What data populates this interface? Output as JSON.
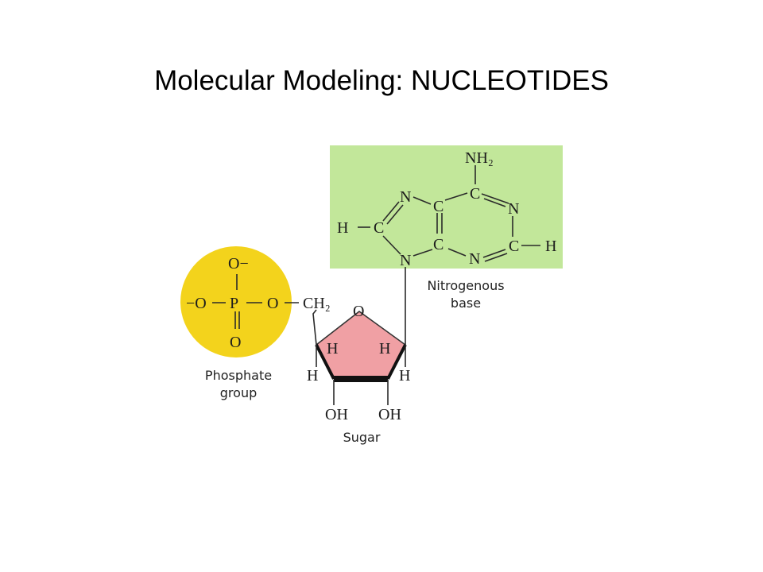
{
  "title": "Molecular Modeling: NUCLEOTIDES",
  "colors": {
    "phosphate": "#f3d31c",
    "base_panel": "#c2e79a",
    "sugar": "#f0a0a4",
    "sugar_edge": "#111111"
  },
  "phosphate": {
    "atoms": {
      "o_top": "O−",
      "o_left": "−O",
      "p": "P",
      "o_right": "O",
      "o_bottom": "O",
      "ch2": "CH₂"
    },
    "label_line1": "Phosphate",
    "label_line2": "group"
  },
  "sugar": {
    "atoms": {
      "o_ring": "O",
      "h_in_left": "H",
      "h_in_right": "H",
      "h_out_left": "H",
      "h_out_right": "H",
      "oh_left": "OH",
      "oh_right": "OH"
    },
    "label": "Sugar"
  },
  "base": {
    "atoms": {
      "nh2": "NH₂",
      "c_top": "C",
      "n_top_left": "N",
      "n_right": "N",
      "c_mid_top": "C",
      "c_mid_bottom": "C",
      "c_left": "C",
      "h_left": "H",
      "n_bottom_left": "N",
      "n_bottom": "N",
      "c_right": "C",
      "h_right": "H"
    },
    "label_line1": "Nitrogenous",
    "label_line2": "base"
  }
}
